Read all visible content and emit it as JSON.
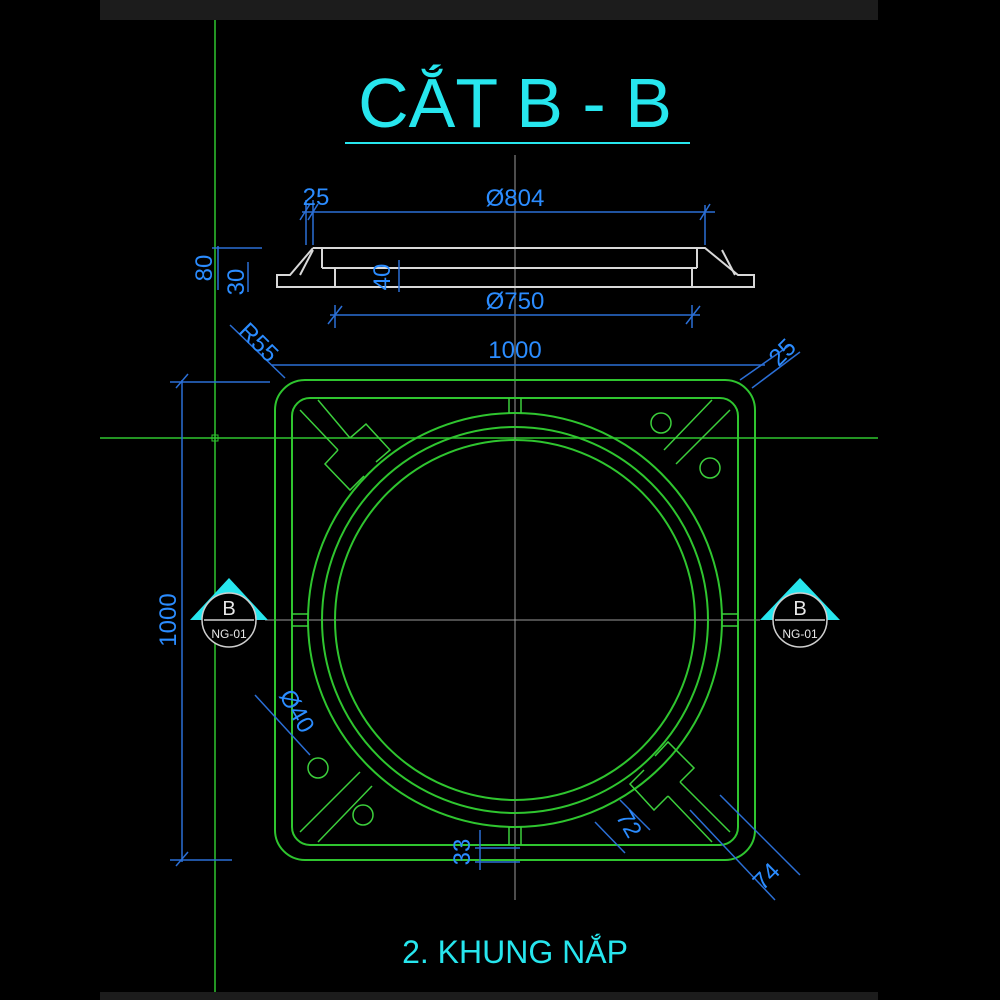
{
  "title": "CẮT B - B",
  "caption": "2. KHUNG NẮP",
  "dimensions": {
    "top_25": "25",
    "dia_804": "Ø804",
    "dia_750": "Ø750",
    "h_80": "80",
    "h_30": "30",
    "h_40": "40",
    "r_55": "R55",
    "width_1000": "1000",
    "right_25": "25",
    "height_1000": "1000",
    "dia_40": "Ø40",
    "d_33": "33",
    "d_72": "72",
    "d_74": "74"
  },
  "section_markers": [
    {
      "letter": "B",
      "ref": "NG-01"
    },
    {
      "letter": "B",
      "ref": "NG-01"
    }
  ],
  "colors": {
    "background": "#000000",
    "frame": "#2fc52f",
    "dimension": "#2b8cff",
    "title": "#27e6ee"
  }
}
